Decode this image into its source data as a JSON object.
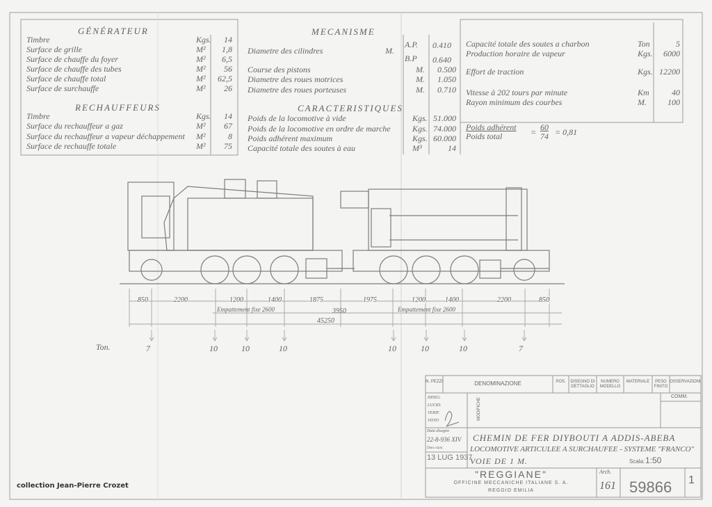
{
  "generateur": {
    "title": "GÉNÉRATEUR",
    "rows": [
      {
        "label": "Timbre",
        "unit": "Kgs.",
        "value": "14"
      },
      {
        "label": "Surface de grille",
        "unit": "M²",
        "value": "1,8"
      },
      {
        "label": "Surface de chauffe du foyer",
        "unit": "M²",
        "value": "6,5"
      },
      {
        "label": "Surface de chauffe des tubes",
        "unit": "M²",
        "value": "56"
      },
      {
        "label": "Surface de chauffe total",
        "unit": "M²",
        "value": "62,5"
      },
      {
        "label": "Surface de surchauffe",
        "unit": "M²",
        "value": "26"
      }
    ]
  },
  "rechauffeurs": {
    "title": "RECHAUFFEURS",
    "rows": [
      {
        "label": "Timbre",
        "unit": "Kgs.",
        "value": "14"
      },
      {
        "label": "Surface du rechauffeur a gaz",
        "unit": "M²",
        "value": "67"
      },
      {
        "label": "Surface du rechauffeur a vapeur déchappement",
        "unit": "M²",
        "value": "8"
      },
      {
        "label": "Surface de rechauffe totale",
        "unit": "M²",
        "value": "75"
      }
    ]
  },
  "mecanisme": {
    "title": "MECANISME",
    "cylinders": {
      "label": "Diametre des cilindres",
      "unit": "M.",
      "ap_label": "A.P.",
      "ap_value": "0.410",
      "bp_label": "B.P",
      "bp_value": "0.640"
    },
    "rows": [
      {
        "label": "Course des pistons",
        "unit": "M.",
        "value": "0.500"
      },
      {
        "label": "Diametre des roues motrices",
        "unit": "M.",
        "value": "1.050"
      },
      {
        "label": "Diametre des roues porteuses",
        "unit": "M.",
        "value": "0.710"
      }
    ]
  },
  "caracteristiques": {
    "title": "CARACTERISTIQUES",
    "rows": [
      {
        "label": "Poids de la locomotive à vide",
        "unit": "Kgs.",
        "value": "51.000"
      },
      {
        "label": "Poids de la locomotive en ordre de marche",
        "unit": "Kgs.",
        "value": "74.000"
      },
      {
        "label": "Poids adhérent maximum",
        "unit": "Kgs.",
        "value": "60.000"
      },
      {
        "label": "Capacité totale des soutes à eau",
        "unit": "M³",
        "value": "14"
      }
    ]
  },
  "autres": {
    "rows": [
      {
        "label": "Capacité totale des soutes a charbon",
        "unit": "Ton",
        "value": "5"
      },
      {
        "label": "Production horaire de vapeur",
        "unit": "Kgs.",
        "value": "6000"
      },
      {
        "label": "Effort de traction",
        "unit": "Kgs.",
        "value": "12200"
      },
      {
        "label": "Vitesse à 202 tours par minute",
        "unit": "Km",
        "value": "40"
      },
      {
        "label": "Rayon minimum des courbes",
        "unit": "M.",
        "value": "100"
      }
    ],
    "ratio": {
      "num_label": "Poids adhérent",
      "den_label": "Poids total",
      "num": "60",
      "den": "74",
      "result": "= 0,81",
      "eq": "="
    }
  },
  "dimensions": {
    "segments": [
      "850",
      "2200",
      "1200",
      "1400",
      "1875",
      "1975",
      "1200",
      "1400",
      "2200",
      "850"
    ],
    "empattement_1": "Empattement fixe 2600",
    "empattement_2": "Empattement fixe 2600",
    "middle": "3950",
    "total": "45250"
  },
  "axle_loads": {
    "label": "Ton.",
    "values": [
      "7",
      "10",
      "10",
      "10",
      "10",
      "10",
      "10",
      "7"
    ]
  },
  "title_block": {
    "headers": [
      "N. PEZZI",
      "DENOMINAZIONE",
      "POS.",
      "DISEGNO DI DETTAGLIO",
      "NUMERO MODELLO",
      "MATERIALE",
      "PESO FINITO",
      "OSSERVAZIONI"
    ],
    "signatures": [
      "DISEG.",
      "LUCID.",
      "VERIF.",
      "VISTO"
    ],
    "modifiche": "MODIFICHE",
    "comm": "COMM.",
    "date_label": "Data disegno",
    "date_value": "22-8-936 XIV",
    "copy_label": "Data copia",
    "copy_value": "13 LUG 1937",
    "line1": "CHEMIN DE FER DIYBOUTI A ADDIS-ABEBA",
    "line2": "LOCOMOTIVE ARTICULEE A SURCHAUFEE - SYSTEME \"FRANCO\"",
    "line3": "VOIE DE 1 M.",
    "scale_label": "Scala:",
    "scale_value": "1:50",
    "company": "\"REGGIANE\"",
    "company_sub1": "OFFICINE MECCANICHE ITALIANE S. A.",
    "company_sub2": "REGGIO EMILIA",
    "arch_label": "Arch.",
    "arch_value": "161",
    "drawing_number": "59866",
    "sheet": "1"
  },
  "credit": "collection Jean-Pierre Crozet"
}
